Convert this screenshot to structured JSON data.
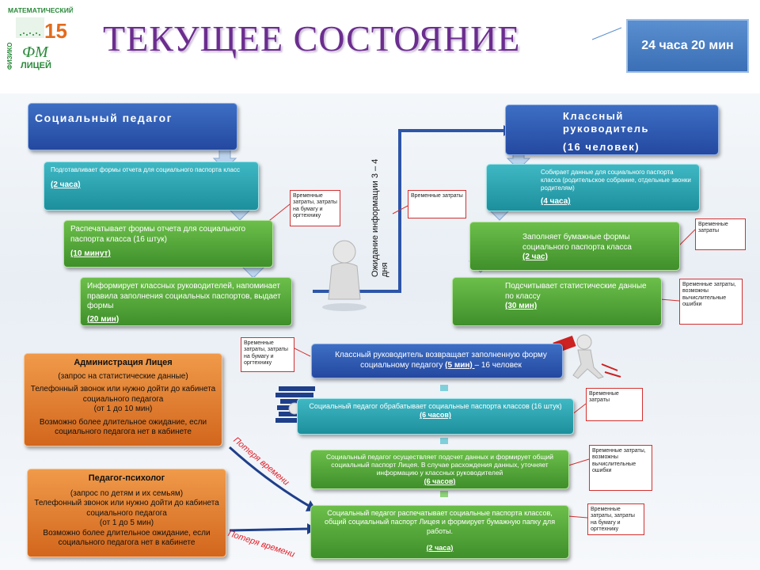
{
  "header": {
    "title": "ТЕКУЩЕЕ СОСТОЯНИЕ",
    "time_total": "24 часа 20 мин"
  },
  "logo": {
    "top": "МАТЕМАТИЧЕСКИЙ",
    "side": "ФИЗИКО",
    "number": "15",
    "letters": "ФМ",
    "bottom": "ЛИЦЕЙ"
  },
  "left_flow": {
    "header": "Социальный педагог",
    "step1": {
      "text": "Подготавливает формы отчета для социального паспорта класс",
      "time": "(2 часа)"
    },
    "step2": {
      "text": "Распечатывает формы отчета для социального паспорта класса (16 штук)",
      "time": "(10 минут)"
    },
    "step3": {
      "text": "Информирует классных руководителей, напоминает правила заполнения социальных паспортов, выдает формы",
      "time": "(20 мин)"
    }
  },
  "wait_label": "Ожидание информации 3 – 4 дня",
  "right_flow": {
    "header_line1": "Классный руководитель",
    "header_line2": "(16 человек)",
    "step1": {
      "text": "Собирает данные для социального паспорта класса (родительское собрание, отдельные звонки родителям)",
      "time": "(4 часа)"
    },
    "step2": {
      "text": "Заполняет бумажные формы социального паспорта класса",
      "time": "(2 час)"
    },
    "step3": {
      "text": "Подсчитывает статистические данные по классу",
      "time": "(30 мин)"
    }
  },
  "center_flow": {
    "step1": {
      "text_a": "Классный руководитель возвращает заполненную форму социальному педагогу ",
      "time": "(5 мин) ",
      "text_b": " – 16 человек"
    },
    "step2": {
      "text": "Социальный педагог обрабатывает социальные паспорта классов (16 штук)",
      "time": "(6 часов)"
    },
    "step3": {
      "text": "Социальный педагог осуществляет подсчет данных и формирует общий социальный паспорт Лицея. В случае расхождения данных, уточняет информацию у классных руководителей",
      "time": "(6 часов)"
    },
    "step4": {
      "text": "Социальный педагог распечатывает социальные паспорта классов, общий социальный паспорт Лицея и формирует бумажную папку для работы.",
      "time": "(2 часа)"
    }
  },
  "admin": {
    "title": "Администрация Лицея",
    "line1": "(запрос на статистические данные)",
    "line2": "Телефонный звонок или нужно дойти до кабинета социального педагога",
    "line3": "(от 1 до 10 мин)",
    "line4": "Возможно более длительное ожидание, если социального педагога нет в кабинете"
  },
  "psych": {
    "title": "Педагог-психолог",
    "line1": "(запрос по детям и их семьям)",
    "line2": "Телефонный звонок или нужно дойти до кабинета социального педагога",
    "line3": "(от 1 до 5 мин)",
    "line4": "Возможно более длительное ожидание, если социального педагога нет в кабинете"
  },
  "loss_label": "Потеря времени",
  "notes": {
    "n1": "Временные затраты, затраты на бумагу и оргтехнику",
    "n2": "Временные затраты",
    "n3": "Временные затраты",
    "n4": "Временные затраты, возможны вычислительные ошибки",
    "n5": "Временные затраты, затраты на бумагу и оргтехнику",
    "n6": "Временные затраты",
    "n7": "Временные затраты, возможны вычислительные ошибки",
    "n8": "Временные затраты, затраты на бумагу и оргтехнику"
  },
  "colors": {
    "title": "#6b2d8e",
    "blue": "#2448a0",
    "teal": "#1d8f9c",
    "green": "#3f8f2b",
    "orange": "#d2661c",
    "loss": "#e0202a"
  }
}
